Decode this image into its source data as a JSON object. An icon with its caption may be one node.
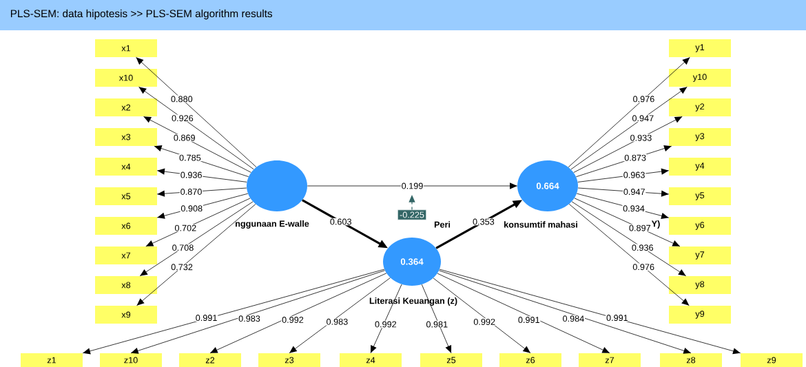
{
  "diagram": {
    "title": "PLS-SEM: data hipotesis >> PLS-SEM algorithm results",
    "nodes": [
      {
        "text": [
          "nggunaan E-walle"
        ]
      },
      {
        "text": [
          "0.664",
          "Peri",
          "konsumtif mahasi",
          "Y)"
        ]
      },
      {
        "text": [
          "0.364",
          "Literasi Keuangan (z)"
        ]
      },
      {
        "text": [
          "-0.225"
        ]
      },
      {
        "text": [
          "x1"
        ]
      },
      {
        "text": [
          "x10"
        ]
      },
      {
        "text": [
          "x2"
        ]
      },
      {
        "text": [
          "x3"
        ]
      },
      {
        "text": [
          "x4"
        ]
      },
      {
        "text": [
          "x5"
        ]
      },
      {
        "text": [
          "x6"
        ]
      },
      {
        "text": [
          "x7"
        ]
      },
      {
        "text": [
          "x8"
        ]
      },
      {
        "text": [
          "x9"
        ]
      },
      {
        "text": [
          "y1"
        ]
      },
      {
        "text": [
          "y10"
        ]
      },
      {
        "text": [
          "y2"
        ]
      },
      {
        "text": [
          "y3"
        ]
      },
      {
        "text": [
          "y4"
        ]
      },
      {
        "text": [
          "y5"
        ]
      },
      {
        "text": [
          "y6"
        ]
      },
      {
        "text": [
          "y7"
        ]
      },
      {
        "text": [
          "y8"
        ]
      },
      {
        "text": [
          "y9"
        ]
      },
      {
        "text": [
          "z1"
        ]
      },
      {
        "text": [
          "z10"
        ]
      },
      {
        "text": [
          "z2"
        ]
      },
      {
        "text": [
          "z3"
        ]
      },
      {
        "text": [
          "z4"
        ]
      },
      {
        "text": [
          "z5"
        ]
      },
      {
        "text": [
          "z6"
        ]
      },
      {
        "text": [
          "z7"
        ]
      },
      {
        "text": [
          "z8"
        ]
      },
      {
        "text": [
          "z9"
        ]
      }
    ],
    "edges": [
      {
        "from": 0,
        "to": 1,
        "arrow": "to",
        "label": "0.199"
      },
      {
        "from": 0,
        "to": 2,
        "arrow": "to",
        "label": "0.603",
        "style": "thick"
      },
      {
        "from": 2,
        "to": 1,
        "arrow": "to",
        "label": "0.353",
        "style": "thick"
      },
      {
        "from": 3,
        "to": null,
        "arrow": "to",
        "style": "dashed",
        "color": "#336666"
      },
      {
        "from": 0,
        "to": 4,
        "arrow": "to",
        "label": "0.880"
      },
      {
        "from": 0,
        "to": 5,
        "arrow": "to",
        "label": "0.926"
      },
      {
        "from": 0,
        "to": 6,
        "arrow": "to",
        "label": "0.869"
      },
      {
        "from": 0,
        "to": 7,
        "arrow": "to",
        "label": "0.785"
      },
      {
        "from": 0,
        "to": 8,
        "arrow": "to",
        "label": "0.936"
      },
      {
        "from": 0,
        "to": 9,
        "arrow": "to",
        "label": "0.870"
      },
      {
        "from": 0,
        "to": 10,
        "arrow": "to",
        "label": "0.908"
      },
      {
        "from": 0,
        "to": 11,
        "arrow": "to",
        "label": "0.702"
      },
      {
        "from": 0,
        "to": 12,
        "arrow": "to",
        "label": "0.708"
      },
      {
        "from": 0,
        "to": 13,
        "arrow": "to",
        "label": "0.732"
      },
      {
        "from": 1,
        "to": 14,
        "arrow": "to",
        "label": "0.976"
      },
      {
        "from": 1,
        "to": 15,
        "arrow": "to",
        "label": "0.947"
      },
      {
        "from": 1,
        "to": 16,
        "arrow": "to",
        "label": "0.933"
      },
      {
        "from": 1,
        "to": 17,
        "arrow": "to",
        "label": "0.873"
      },
      {
        "from": 1,
        "to": 18,
        "arrow": "to",
        "label": "0.963"
      },
      {
        "from": 1,
        "to": 19,
        "arrow": "to",
        "label": "0.947"
      },
      {
        "from": 1,
        "to": 20,
        "arrow": "to",
        "label": "0.934"
      },
      {
        "from": 1,
        "to": 21,
        "arrow": "to",
        "label": "0.897"
      },
      {
        "from": 1,
        "to": 22,
        "arrow": "to",
        "label": "0.936"
      },
      {
        "from": 1,
        "to": 23,
        "arrow": "to",
        "label": "0.976"
      },
      {
        "from": 2,
        "to": 24,
        "arrow": "to",
        "label": "0.991"
      },
      {
        "from": 2,
        "to": 25,
        "arrow": "to",
        "label": "0.983"
      },
      {
        "from": 2,
        "to": 26,
        "arrow": "to",
        "label": "0.992"
      },
      {
        "from": 2,
        "to": 27,
        "arrow": "to",
        "label": "0.983"
      },
      {
        "from": 2,
        "to": 28,
        "arrow": "to",
        "label": "0.992"
      },
      {
        "from": 2,
        "to": 29,
        "arrow": "to",
        "label": "0.981"
      },
      {
        "from": 2,
        "to": 30,
        "arrow": "to",
        "label": "0.992"
      },
      {
        "from": 2,
        "to": 31,
        "arrow": "to",
        "label": "0.991"
      },
      {
        "from": 2,
        "to": 32,
        "arrow": "to",
        "label": "0.984"
      },
      {
        "from": 2,
        "to": 33,
        "arrow": "to",
        "label": "0.991"
      }
    ]
  }
}
